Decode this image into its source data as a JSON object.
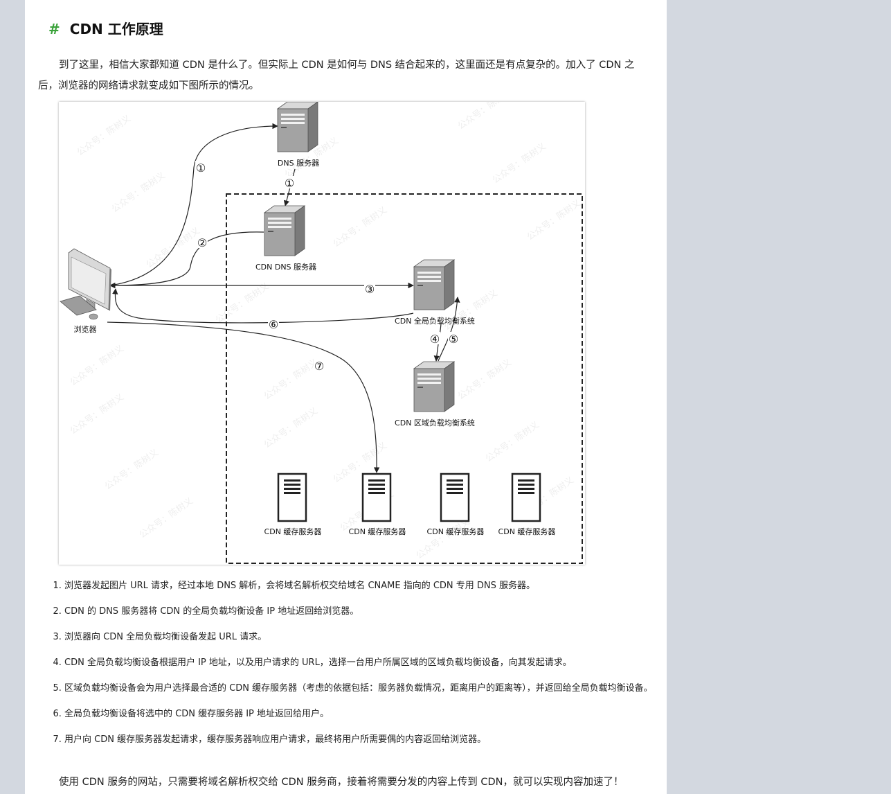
{
  "section": {
    "hash": "#",
    "title": "CDN 工作原理"
  },
  "intro": "到了这里，相信大家都知道 CDN 是什么了。但实际上 CDN 是如何与 DNS 结合起来的，这里面还是有点复杂的。加入了 CDN 之后，浏览器的网络请求就变成如下图所示的情况。",
  "diagram": {
    "watermark": "公众号：陈树义",
    "nodes": {
      "dns_server": "DNS 服务器",
      "cdn_dns_server": "CDN DNS 服务器",
      "browser": "浏览器",
      "global_lb": "CDN 全局负载均衡系统",
      "regional_lb": "CDN 区域负载均衡系统",
      "cache_1": "CDN 缓存服务器",
      "cache_2": "CDN 缓存服务器",
      "cache_3": "CDN 缓存服务器",
      "cache_4": "CDN 缓存服务器"
    },
    "step_markers": [
      "①",
      "①",
      "②",
      "③",
      "④",
      "⑤",
      "⑥",
      "⑦"
    ]
  },
  "steps": [
    "浏览器发起图片 URL 请求，经过本地 DNS 解析，会将域名解析权交给域名 CNAME 指向的 CDN 专用 DNS 服务器。",
    "CDN 的 DNS 服务器将 CDN 的全局负载均衡设备 IP 地址返回给浏览器。",
    "浏览器向 CDN 全局负载均衡设备发起 URL 请求。",
    "CDN 全局负载均衡设备根据用户 IP 地址，以及用户请求的 URL，选择一台用户所属区域的区域负载均衡设备，向其发起请求。",
    "区域负载均衡设备会为用户选择最合适的 CDN 缓存服务器（考虑的依据包括：服务器负载情况，距离用户的距离等），并返回给全局负载均衡设备。",
    "全局负载均衡设备将选中的 CDN 缓存服务器 IP 地址返回给用户。",
    "用户向 CDN 缓存服务器发起请求，缓存服务器响应用户请求，最终将用户所需要偶的内容返回给浏览器。"
  ],
  "conclusion": "使用 CDN 服务的网站，只需要将域名解析权交给 CDN 服务商，接着将需要分发的内容上传到 CDN，就可以实现内容加速了！"
}
